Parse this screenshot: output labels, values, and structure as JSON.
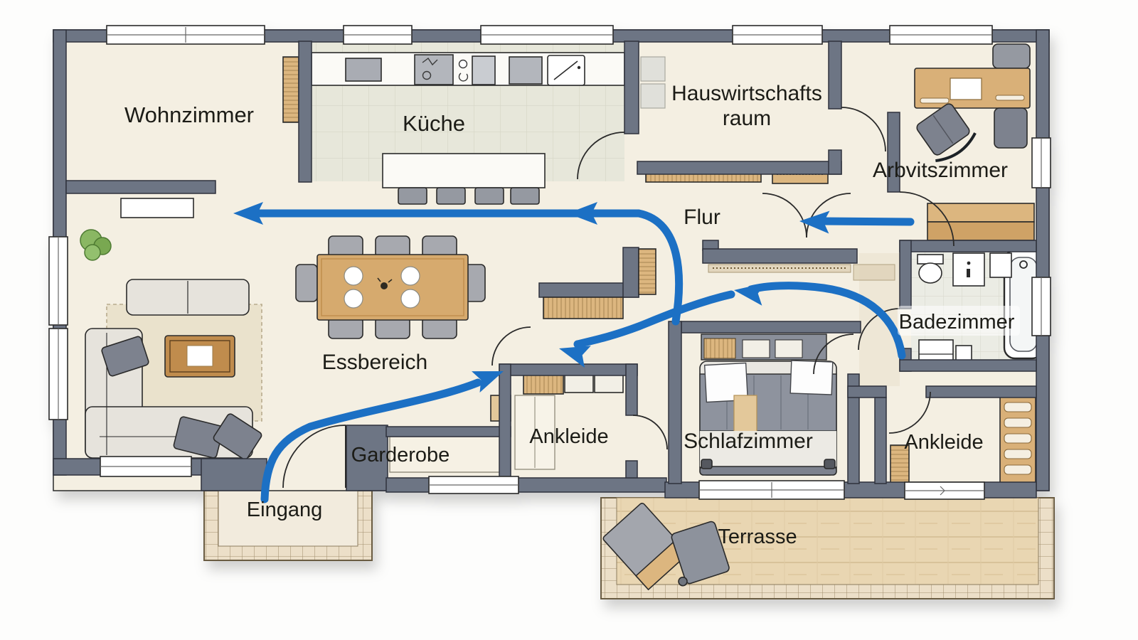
{
  "floorplan": {
    "rooms": {
      "wohnzimmer": {
        "label": "Wohnzimmer"
      },
      "kueche": {
        "label": "Küche"
      },
      "hauswirtschaftsraum": {
        "label_line1": "Hauswirtschafts",
        "label_line2": "raum"
      },
      "arbeitszimmer": {
        "label": "Arbvitszimmer"
      },
      "flur": {
        "label": "Flur"
      },
      "essbereich": {
        "label": "Essbereich"
      },
      "badezimmer": {
        "label": "Badezimmer"
      },
      "ankleide_1": {
        "label": "Ankleide"
      },
      "schlafzimmer": {
        "label": "Schlafzimmer"
      },
      "ankleide_2": {
        "label": "Ankleide"
      },
      "garderobe": {
        "label": "Garderobe"
      },
      "eingang": {
        "label": "Eingang"
      },
      "terrasse": {
        "label": "Terrasse"
      }
    },
    "flow_arrows": [
      {
        "id": "eingang-to-hall",
        "description": "from Eingang curving up through Essbereich to the hall door"
      },
      {
        "id": "hall-to-wohnzimmer",
        "description": "from Flur along the kitchen into Wohnzimmer, pointing left"
      },
      {
        "id": "arbeitszimmer-to-flur",
        "description": "short arrow from Arbeitszimmer door into Flur, pointing left"
      },
      {
        "id": "bad-to-ankleide",
        "description": "from Badezimmer door curving through Flur to Ankleide, pointing left"
      }
    ],
    "colors": {
      "flow_arrow_blue": "#1b6fc4",
      "wall_gray": "#6d7484",
      "floor_cream": "#f4efe2",
      "kitchen_tile": "#e7e7da",
      "bath_tile": "#ebece4",
      "terrace_wood": "#e9d6b2",
      "furniture_wood": "#d6aa6e",
      "furniture_gray": "#9599a1"
    }
  }
}
